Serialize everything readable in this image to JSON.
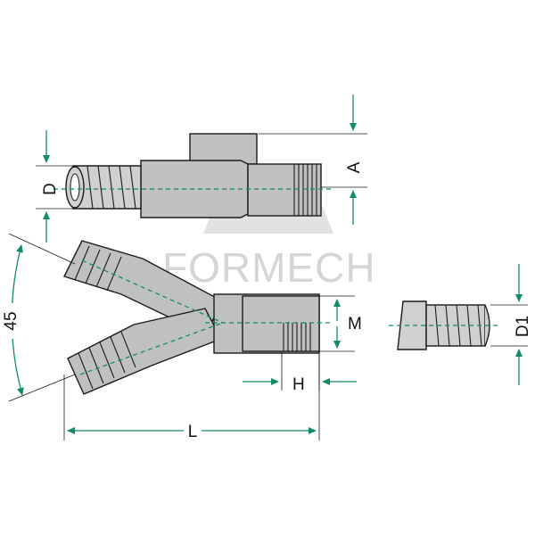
{
  "watermark": {
    "text": "FORMECH"
  },
  "dimensions": {
    "A": "A",
    "D": "D",
    "angle": "45",
    "M": "M",
    "D1": "D1",
    "H": "H",
    "L": "L"
  },
  "colors": {
    "dimension_line": "#138a6a",
    "part_fill": "#bfc1bf",
    "outline": "#1a1a1a",
    "watermark": "#d5d5d5"
  }
}
